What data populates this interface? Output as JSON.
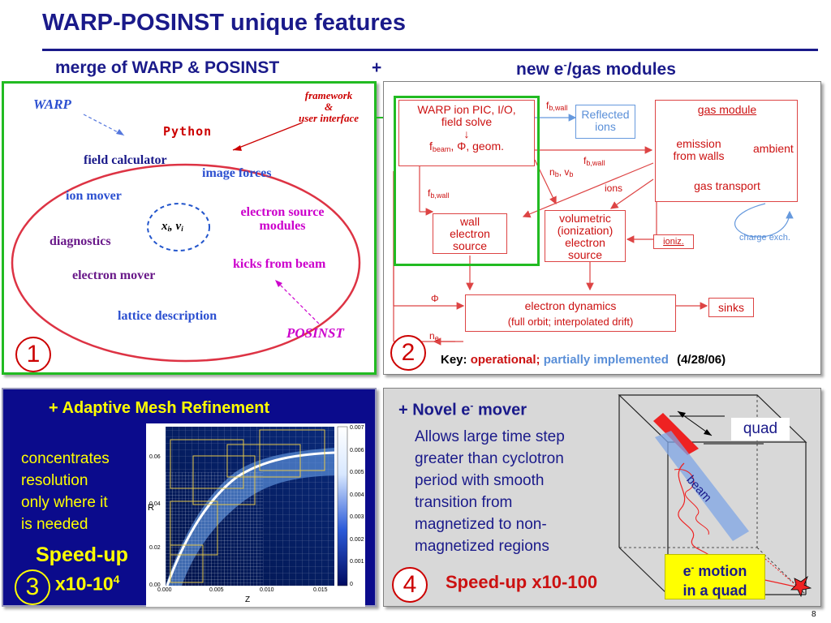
{
  "slide": {
    "title": "WARP-POSINST unique features",
    "page_number": "8",
    "sub_left": "merge of WARP & POSINST",
    "sub_plus": "+",
    "sub_right_pre": "new e",
    "sub_right_sup": "-",
    "sub_right_post": "/gas modules"
  },
  "panel1": {
    "number": "1",
    "warp_label": "WARP",
    "framework_line1": "framework",
    "framework_line2": "&",
    "framework_line3": "user interface",
    "python_label": "Python",
    "field_calculator": "field calculator",
    "image_forces": "image forces",
    "ion_mover": "ion mover",
    "xv_x": "x",
    "xv_i1": "i",
    "xv_sep": ", ",
    "xv_v": "v",
    "xv_i2": "i",
    "electron_source_line1": "electron source",
    "electron_source_line2": "modules",
    "diagnostics": "diagnostics",
    "kicks_from_beam": "kicks from beam",
    "electron_mover": "electron mover",
    "lattice_description": "lattice description",
    "posinst_label": "POSINST"
  },
  "panel2": {
    "number": "2",
    "warp_ion_line1": "WARP ion PIC, I/O,",
    "warp_ion_line2": "field solve",
    "warp_ion_arrow": "↓",
    "warp_ion_f": "f",
    "warp_ion_sub": "beam",
    "warp_ion_rest": ", Φ, geom.",
    "reflected_line1": "Reflected",
    "reflected_line2": "ions",
    "gas_module_title": "gas module",
    "emission_line1": "emission",
    "emission_line2": "from walls",
    "ambient": "ambient",
    "gas_transport": "gas transport",
    "wall_source_line1": "wall",
    "wall_source_line2": "electron",
    "wall_source_line3": "source",
    "volumetric_line1": "volumetric",
    "volumetric_line2": "(ionization)",
    "volumetric_line3": "electron",
    "volumetric_line4": "source",
    "ioniz": "ioniz.",
    "charge_exch": "charge exch.",
    "electron_dynamics_line1": "electron dynamics",
    "electron_dynamics_line2": "(full orbit; interpolated drift)",
    "sinks": "sinks",
    "label_f": "f",
    "label_bwall": "b,wall",
    "label_nb": "n",
    "label_b": "b",
    "label_vb": ", v",
    "label_ions": "ions",
    "label_phi": "Φ",
    "label_ne": "n",
    "label_e": "e",
    "key_prefix": "Key:",
    "key_operational": "operational;",
    "key_partial": "partially implemented",
    "key_date": "(4/28/06)"
  },
  "panel3": {
    "number": "3",
    "heading": "+ Adaptive Mesh Refinement",
    "body_line1": "concentrates",
    "body_line2": "resolution",
    "body_line3": "only where it",
    "body_line4": "is needed",
    "speedup_line1": "Speed-up",
    "speedup_base": "x10-10",
    "speedup_exp": "4",
    "plot_ylabel": "R",
    "plot_xlabel": "Z",
    "y_ticks": [
      "0.06",
      "0.04",
      "0.02",
      "0.00"
    ],
    "x_ticks": [
      "0.000",
      "0.005",
      "0.010",
      "0.015"
    ],
    "cbar_ticks": [
      "0.007",
      "0.006",
      "0.005",
      "0.004",
      "0.003",
      "0.002",
      "0.001",
      "0"
    ]
  },
  "panel4": {
    "number": "4",
    "heading_pre": "+ Novel e",
    "heading_sup": "-",
    "heading_post": " mover",
    "body_line1": "Allows large time step",
    "body_line2": "greater than cyclotron",
    "body_line3": "period with smooth",
    "body_line4": "transition from",
    "body_line5": "magnetized to non-",
    "body_line6": "magnetized regions",
    "speedup": "Speed-up x10-100",
    "quad_label": "quad",
    "beam_label": "beam",
    "motion_line1_pre": "e",
    "motion_line1_sup": "-",
    "motion_line1_post": " motion",
    "motion_line2": "in a quad"
  },
  "colors": {
    "navy": "#1a1a8a",
    "panel_blue": "#0b0b8c",
    "operational_red": "#cc1111",
    "partial_blue": "#5a8fd8",
    "highlight_green": "#22bb22",
    "speedup_yellow": "#ffff00"
  }
}
